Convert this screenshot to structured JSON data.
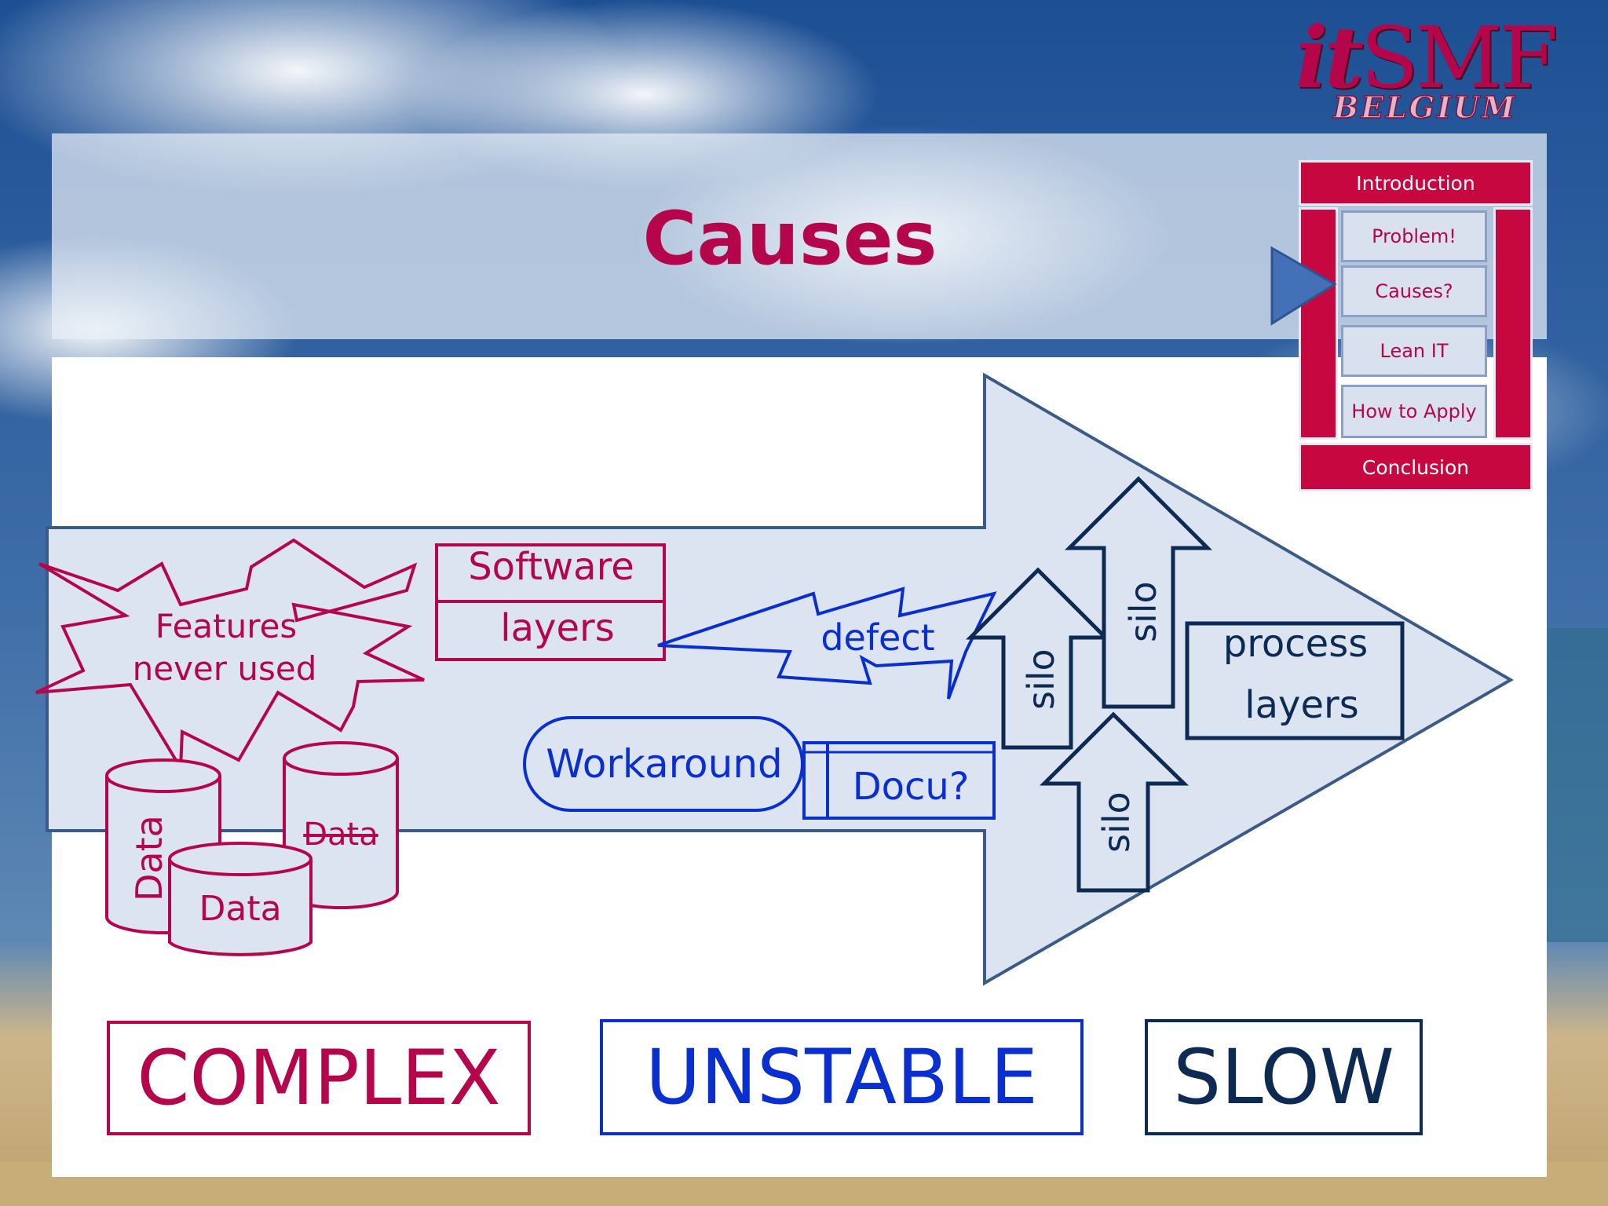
{
  "slide": {
    "title": "Causes"
  },
  "logo": {
    "main_it": "it",
    "main_rest": "SMF",
    "sub": "BELGIUM"
  },
  "agenda": {
    "top": "Introduction",
    "items": [
      "Problem!",
      "Causes?",
      "Lean IT",
      "How to Apply"
    ],
    "bottom": "Conclusion",
    "current_index": 1
  },
  "diagram": {
    "starburst": {
      "line1": "Features",
      "line2": "never used"
    },
    "software_layers": {
      "top": "Software",
      "bottom": "layers"
    },
    "data_cylinders": [
      "Data",
      "Data",
      "Data"
    ],
    "defect": "defect",
    "workaround": "Workaround",
    "docu": "Docu?",
    "silos": [
      "silo",
      "silo",
      "silo"
    ],
    "process_layers": {
      "line1": "process",
      "line2": "layers"
    }
  },
  "labels": {
    "complex": "COMPLEX",
    "unstable": "UNSTABLE",
    "slow": "SLOW"
  },
  "colors": {
    "red": "#b5064c",
    "blue": "#0a2fd0",
    "navy": "#0c2a52",
    "arrow_fill": "#dce4f1"
  }
}
